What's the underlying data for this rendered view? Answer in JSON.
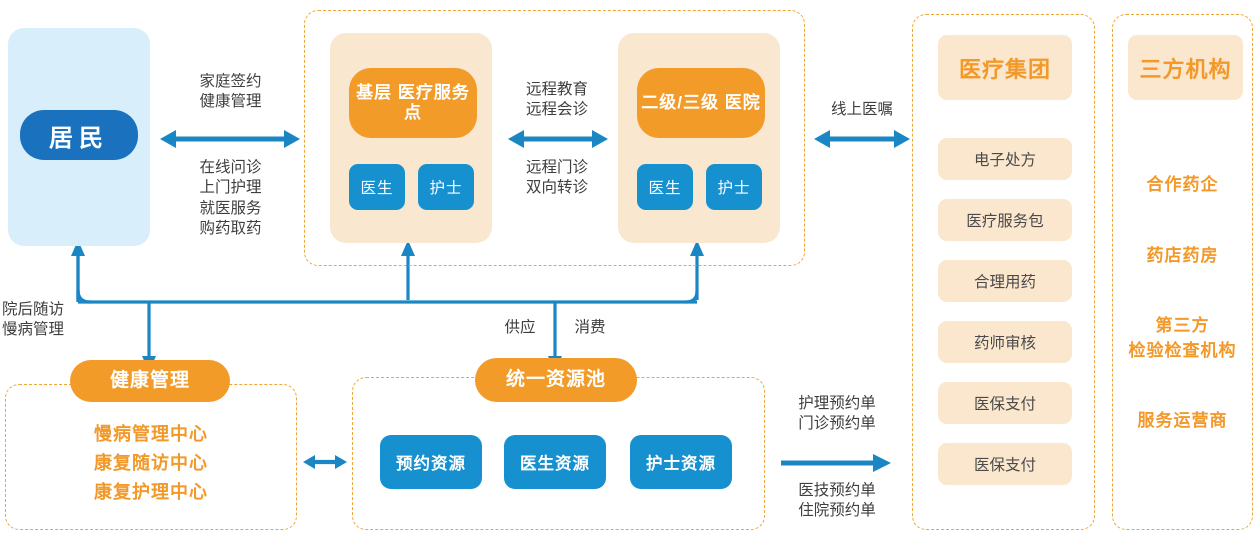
{
  "colors": {
    "orange": "#f29b28",
    "orange_text": "#f2992a",
    "blue": "#1690ce",
    "blue_dark": "#1a72bf",
    "connector": "#1a86c4",
    "beige": "#f9e8cf",
    "tag_beige": "#fae7cd",
    "light_blue": "#d9eefb",
    "dash_border": "#f0a434",
    "label_text": "#3f3f3f"
  },
  "resident": {
    "title": "居民"
  },
  "medical_zone": {
    "primary": {
      "title": "基层\n医疗服务点",
      "roles": [
        "医生",
        "护士"
      ]
    },
    "hospital": {
      "title": "二级/三级\n医院",
      "roles": [
        "医生",
        "护士"
      ]
    },
    "between_labels": {
      "top": "远程教育\n远程会诊",
      "bottom": "远程门诊\n双向转诊"
    }
  },
  "resident_to_zone": {
    "top": "家庭签约\n健康管理",
    "bottom": "在线问诊\n上门护理\n就医服务\n购药取药"
  },
  "zone_to_group": {
    "label": "线上医嘱"
  },
  "medical_group": {
    "header": "医疗集团",
    "items": [
      "电子处方",
      "医疗服务包",
      "合理用药",
      "药师审核",
      "医保支付",
      "医保支付"
    ]
  },
  "third_party": {
    "header": "三方机构",
    "items": [
      "合作药企",
      "药店药房",
      "第三方\n检验检查机构",
      "服务运营商"
    ]
  },
  "health_management": {
    "title": "健康管理",
    "items": [
      "慢病管理中心",
      "康复随访中心",
      "康复护理中心"
    ]
  },
  "resource_pool": {
    "title": "统一资源池",
    "items": [
      "预约资源",
      "医生资源",
      "护士资源"
    ]
  },
  "connector_labels": {
    "post_discharge": "院后随访\n慢病管理",
    "supply": "供应",
    "consume": "消费",
    "order_top": "护理预约单\n门诊预约单",
    "order_bottom": "医技预约单\n住院预约单"
  }
}
